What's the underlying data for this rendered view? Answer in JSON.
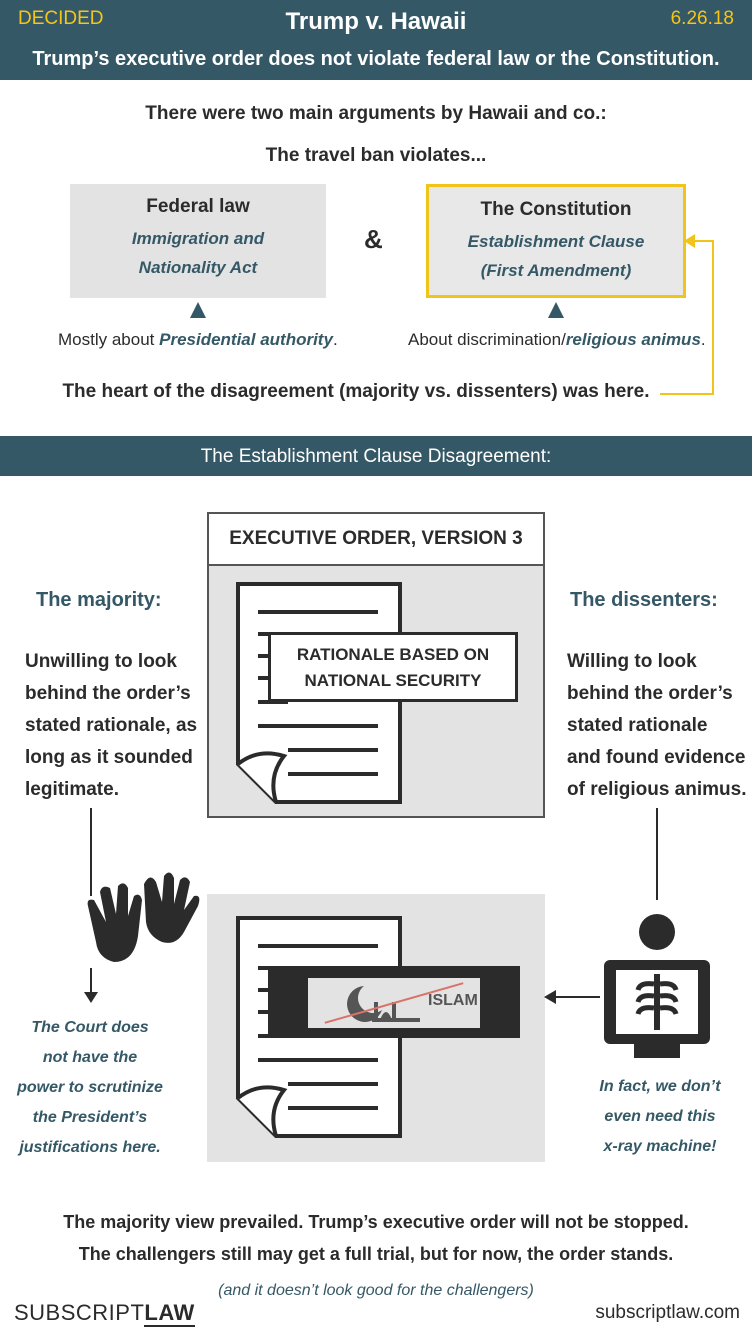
{
  "header": {
    "status": "DECIDED",
    "title": "Trump v. Hawaii",
    "date": "6.26.18",
    "holding": "Trump’s executive order does not violate federal law or the Constitution."
  },
  "arguments": {
    "intro": "There were two main arguments by Hawaii and co.:",
    "lead": "The travel ban violates...",
    "federal": {
      "title": "Federal law",
      "line1": "Immigration and",
      "line2": "Nationality Act",
      "note_prefix": "Mostly about ",
      "note_emph": "Presidential authority",
      "note_suffix": "."
    },
    "ampersand": "&",
    "constitution": {
      "title": "The Constitution",
      "line1": "Establishment Clause",
      "line2": "(First Amendment)",
      "note_prefix": "About discrimination/",
      "note_emph": "religious animus",
      "note_suffix": "."
    },
    "heart": "The heart of the disagreement (majority vs. dissenters) was here."
  },
  "section": {
    "title": "The Establishment Clause Disagreement:",
    "order_title": "EXECUTIVE ORDER, VERSION 3",
    "rationale_line1": "RATIONALE BASED ON",
    "rationale_line2": "NATIONAL SECURITY",
    "hidden_label": "ISLAM",
    "majority": {
      "heading": "The majority:",
      "lines": [
        "Unwilling to look",
        "behind the order’s",
        "stated rationale, as",
        "long as it sounded",
        "legitimate."
      ],
      "conclusion": [
        "The Court does",
        "not have the",
        "power to scrutinize",
        "the President’s",
        "justifications here."
      ]
    },
    "dissenters": {
      "heading": "The dissenters:",
      "lines": [
        "Willing to look",
        "behind the order’s",
        "stated rationale",
        "and found evidence",
        "of religious animus."
      ],
      "conclusion": [
        "In fact, we don’t",
        "even need this",
        "x-ray machine!"
      ]
    }
  },
  "conclusion": {
    "line1": "The majority view prevailed. Trump’s executive order will not be stopped.",
    "line2": "The challengers still may get a full trial, but for now, the order stands.",
    "aside": "(and it doesn’t look good for the challengers)"
  },
  "footer": {
    "logo_part1": "SUBSCRIPT",
    "logo_part2": "LAW",
    "site": "subscriptlaw.com"
  },
  "colors": {
    "header_bg": "#355866",
    "accent_yellow": "#f0c419",
    "strike_red": "#d9736a"
  },
  "icons": [
    "hands-icon",
    "document-icon",
    "xray-person-icon"
  ]
}
